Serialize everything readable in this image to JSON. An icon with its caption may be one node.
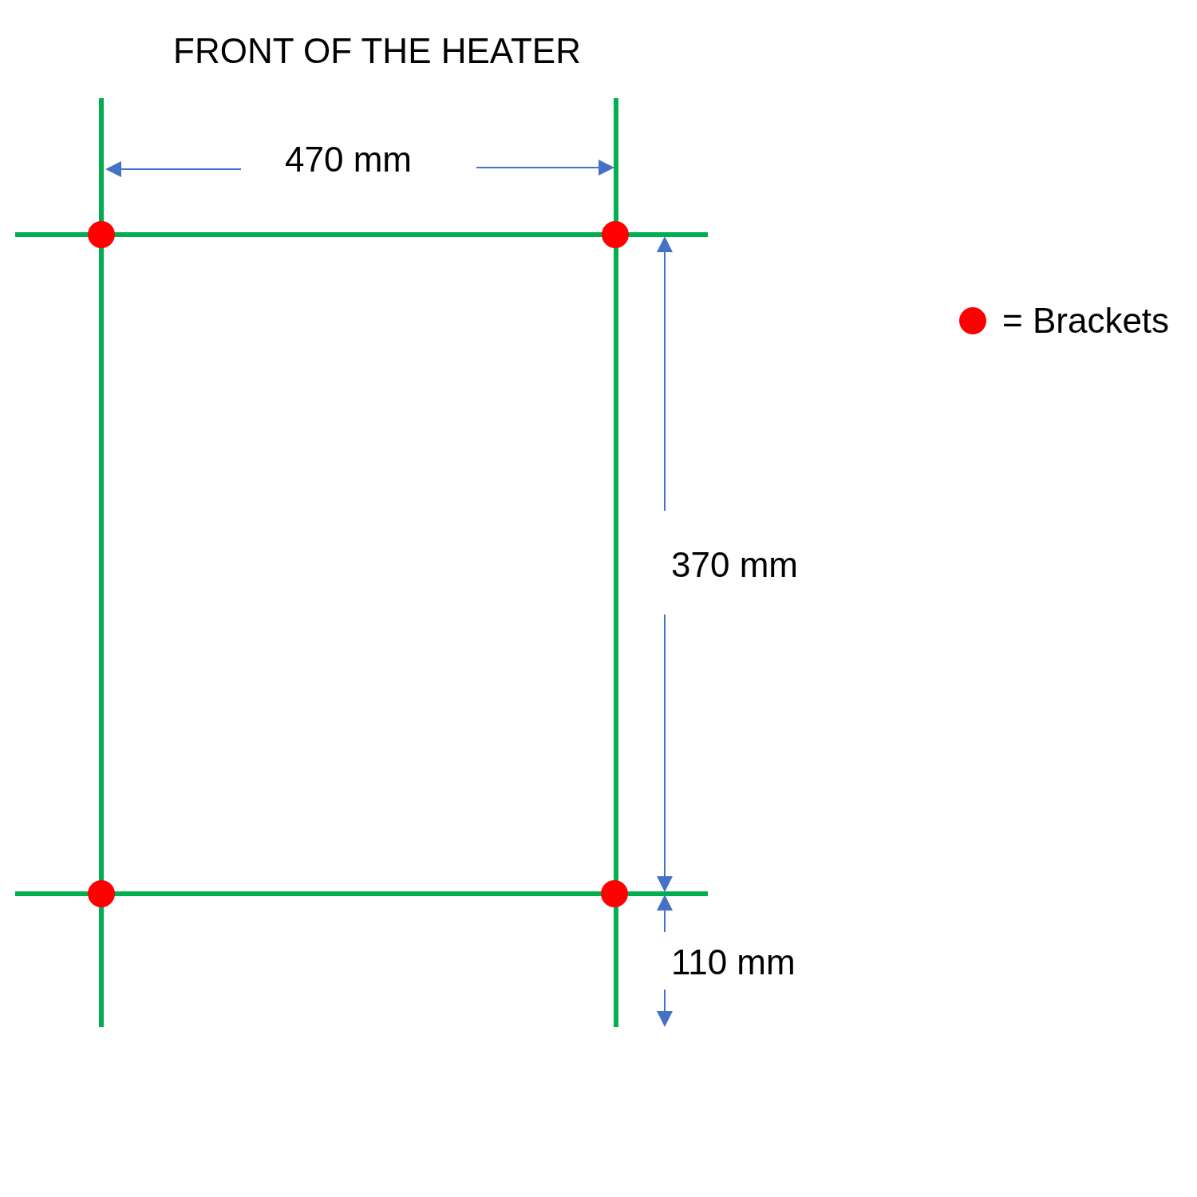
{
  "diagram": {
    "title": "FRONT OF THE HEATER",
    "labels": [
      "470 mm",
      "370 mm",
      "110 mm"
    ],
    "legend": [
      {
        "text": "= Brackets",
        "color": "#ff0000"
      }
    ]
  }
}
